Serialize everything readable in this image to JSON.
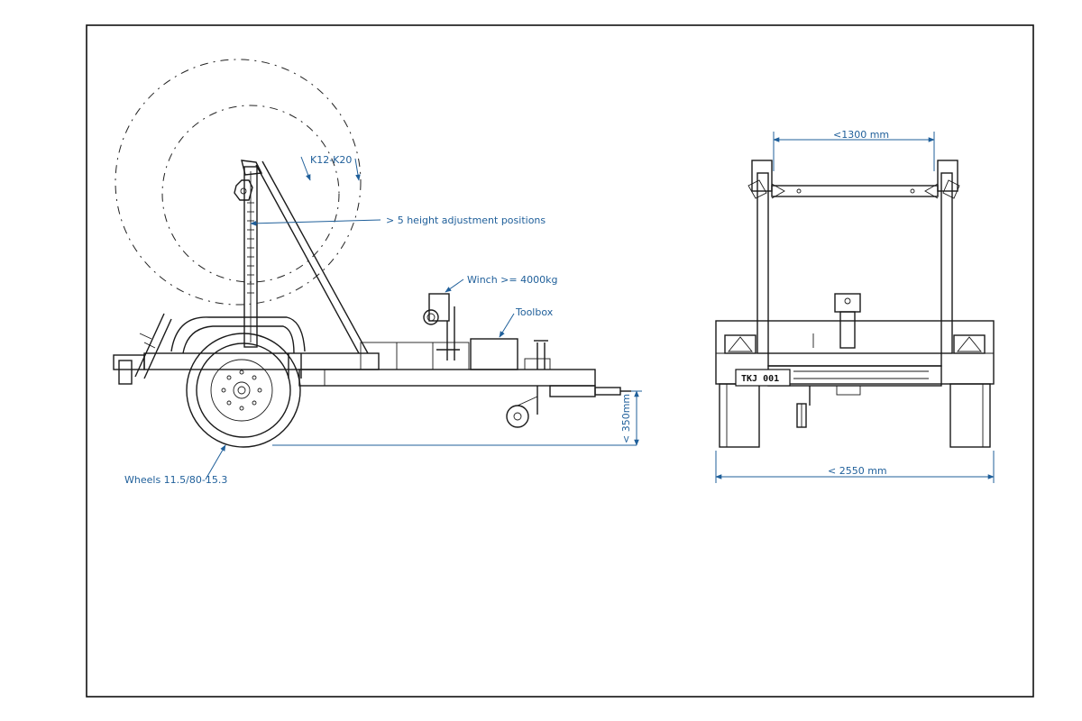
{
  "annotations": {
    "reel_size": "K12-K20",
    "height_positions": "> 5 height adjustment positions",
    "winch": "Winch >= 4000kg",
    "toolbox": "Toolbox",
    "ground_clearance": "< 350mm",
    "wheels": "Wheels 11.5/80-15.3",
    "inner_width": "<1300 mm",
    "overall_width": "< 2550 mm"
  },
  "license_plate": "TKJ 001",
  "colors": {
    "dimension": "#1f5f9a",
    "line": "#1a1a1a"
  }
}
